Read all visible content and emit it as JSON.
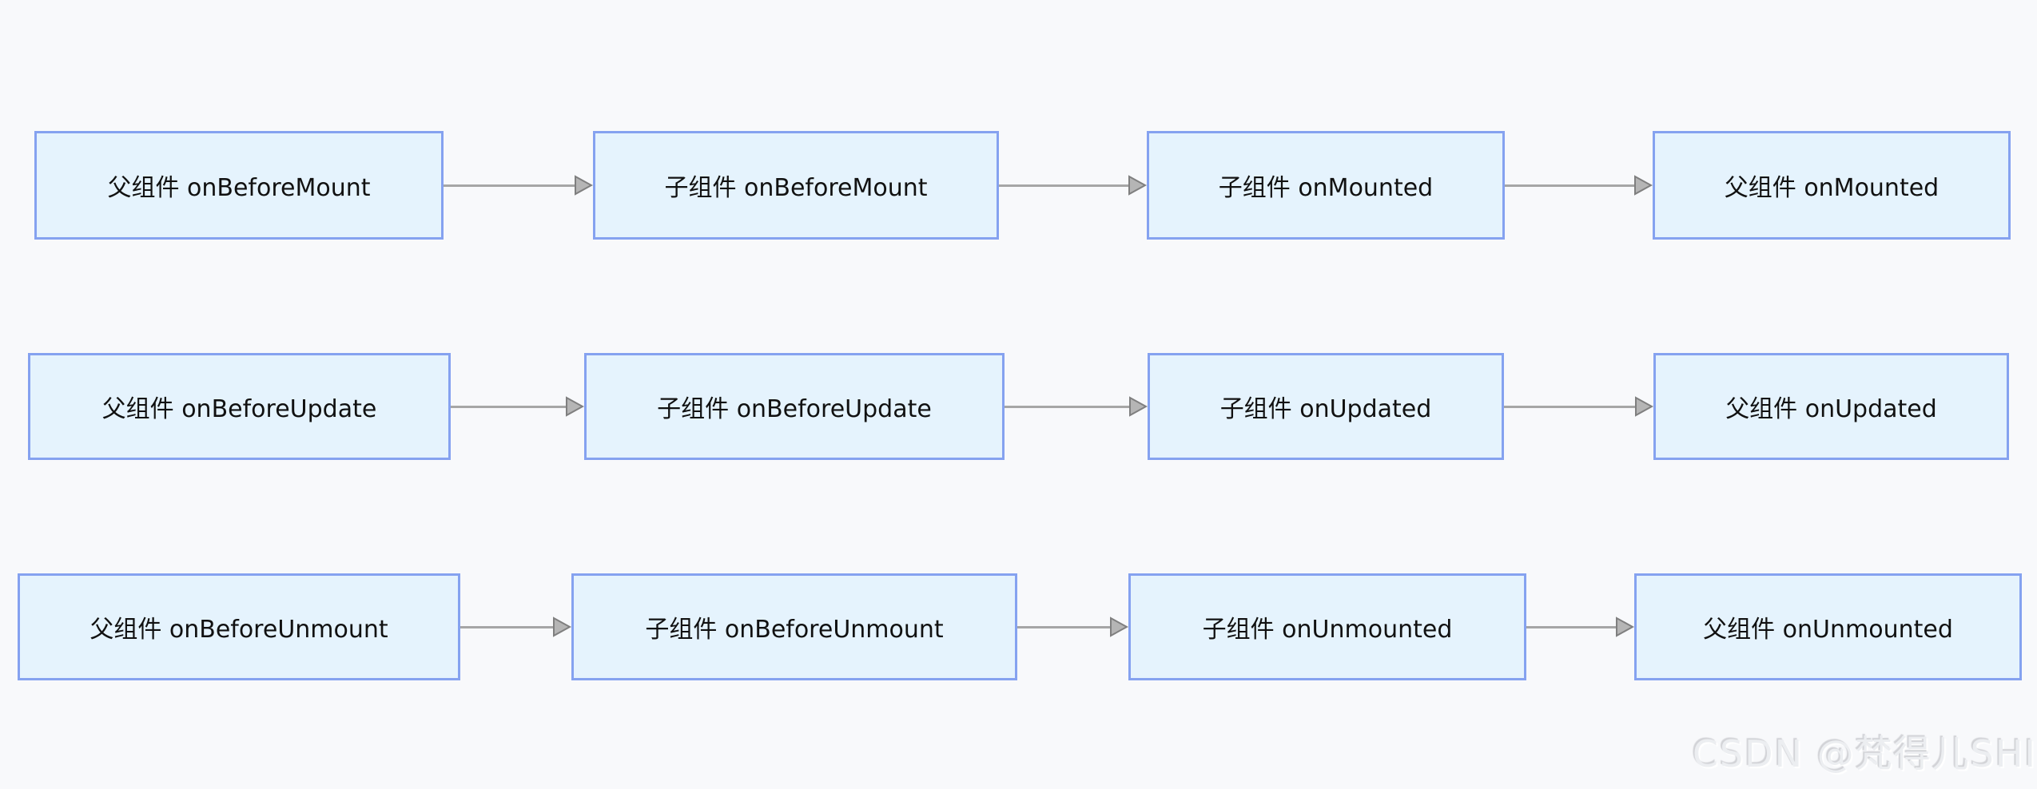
{
  "page": {
    "background_color": "#f8f9fb",
    "watermark": "CSDN @梵得儿SHI"
  },
  "colors": {
    "node_fill": "#e5f3fd",
    "node_border": "#85a2f0",
    "node_text": "#111111",
    "arrow_line": "#a6a6a6",
    "arrowhead_fill": "#b5b5b5",
    "arrowhead_stroke": "#7f7f7f",
    "watermark_text": "#dcdde0"
  },
  "diagram": {
    "type": "flowchart",
    "description": "Vue parent/child component lifecycle hook order, three left-to-right sequences",
    "rows": [
      {
        "name": "mount-sequence",
        "nodes": [
          {
            "label": "父组件 onBeforeMount"
          },
          {
            "label": "子组件 onBeforeMount"
          },
          {
            "label": "子组件 onMounted"
          },
          {
            "label": "父组件 onMounted"
          }
        ]
      },
      {
        "name": "update-sequence",
        "nodes": [
          {
            "label": "父组件 onBeforeUpdate"
          },
          {
            "label": "子组件 onBeforeUpdate"
          },
          {
            "label": "子组件 onUpdated"
          },
          {
            "label": "父组件 onUpdated"
          }
        ]
      },
      {
        "name": "unmount-sequence",
        "nodes": [
          {
            "label": "父组件 onBeforeUnmount"
          },
          {
            "label": "子组件 onBeforeUnmount"
          },
          {
            "label": "子组件 onUnmounted"
          },
          {
            "label": "父组件 onUnmounted"
          }
        ]
      }
    ]
  }
}
